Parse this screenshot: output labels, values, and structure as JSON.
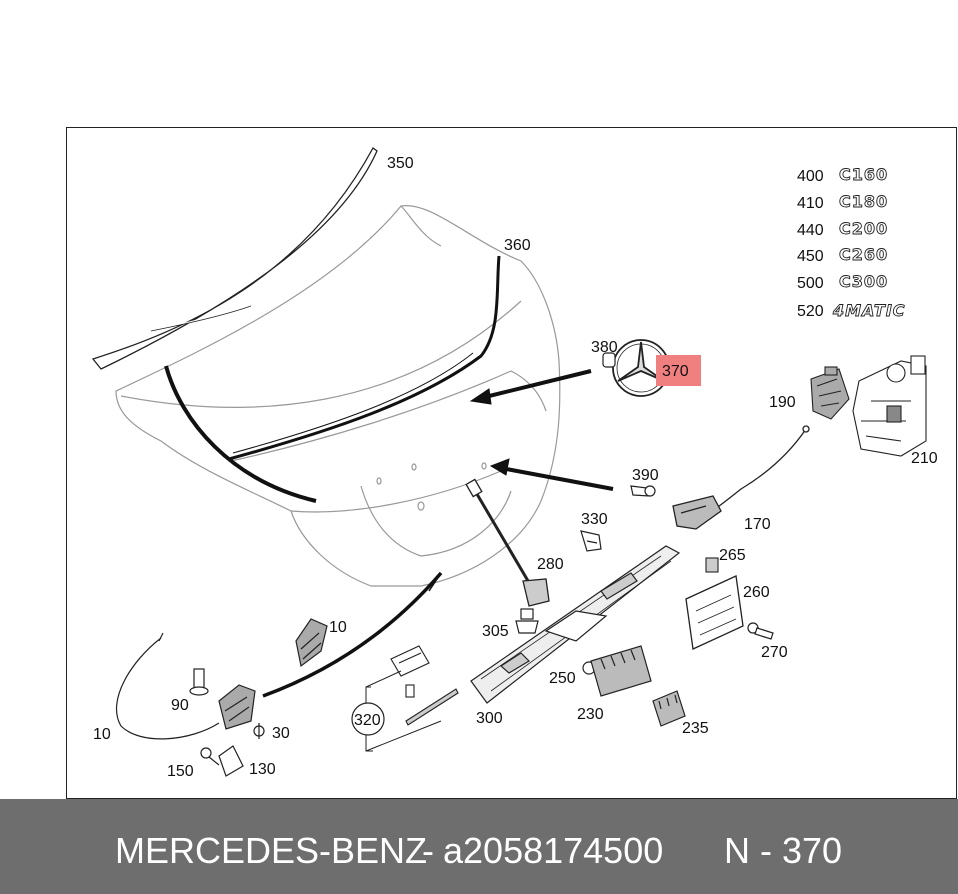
{
  "callouts": {
    "c350": "350",
    "c360": "360",
    "c380": "380",
    "c370": "370",
    "c390": "390",
    "c190": "190",
    "c210": "210",
    "c170": "170",
    "c330": "330",
    "c280": "280",
    "c265": "265",
    "c260": "260",
    "c270": "270",
    "c305": "305",
    "c10a": "10",
    "c10b": "10",
    "c90": "90",
    "c30": "30",
    "c150": "150",
    "c130": "130",
    "c320": "320",
    "c300": "300",
    "c250": "250",
    "c230": "230",
    "c235": "235"
  },
  "variants": [
    {
      "code": "400",
      "badge": "C160"
    },
    {
      "code": "410",
      "badge": "C180"
    },
    {
      "code": "440",
      "badge": "C200"
    },
    {
      "code": "450",
      "badge": "C260"
    },
    {
      "code": "500",
      "badge": "C300"
    },
    {
      "code": "520",
      "badge": "4MATIC"
    }
  ],
  "highlight_color": "#f08080",
  "footer": {
    "brand": "MERCEDES-BENZ",
    "separator": "-",
    "part_number": "a2058174500",
    "position": "N - 370"
  }
}
